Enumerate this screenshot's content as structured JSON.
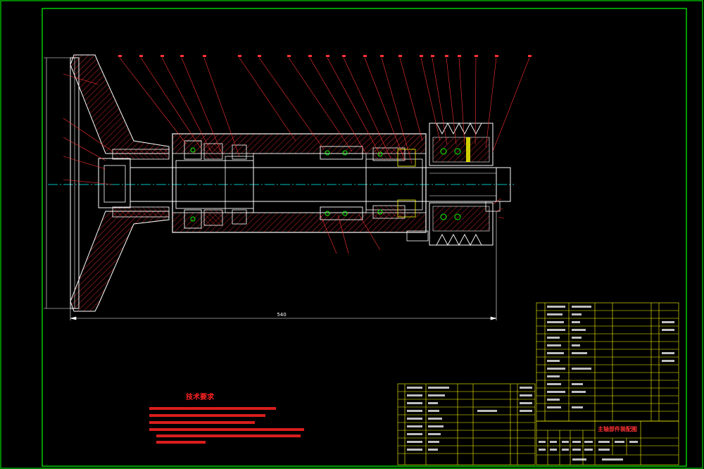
{
  "drawing": {
    "background": "#000000",
    "line_color": "#ffffff",
    "frame_color": "#00ff00",
    "table_color": "#ffff00",
    "centerline_color": "#00ffff",
    "dimension_color": "#ffffff",
    "hatch_color": "#ff3333",
    "leader_color": "#ff3333",
    "notes_color": "#ff2222",
    "title_block_text_color": "#ff3333"
  },
  "dimensions": {
    "overall_length": "540"
  },
  "technical_requirements": {
    "title": "技术要求"
  },
  "title_block": {
    "name": "主轴部件装配图"
  }
}
